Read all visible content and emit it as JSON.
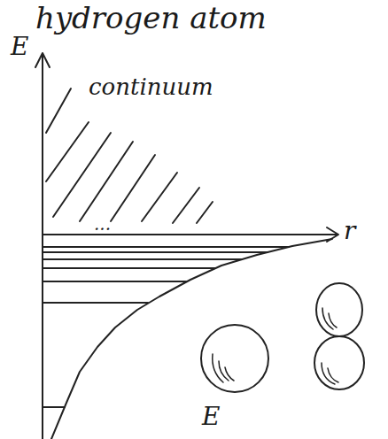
{
  "diagram": {
    "title": "hydrogen atom",
    "labels": [
      "E",
      "continuum",
      "r",
      "...",
      "E"
    ]
  }
}
